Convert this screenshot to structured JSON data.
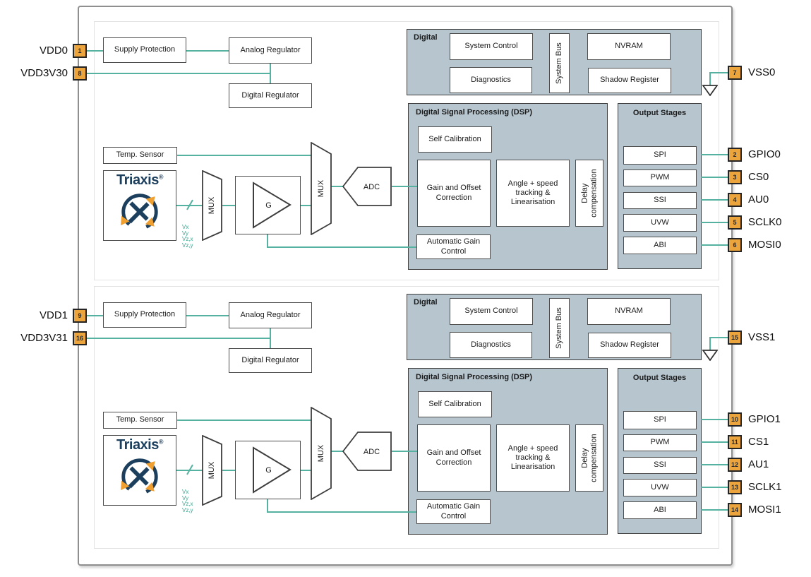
{
  "colors": {
    "wire": "#55b2a0",
    "block_fill": "#b6c5ce",
    "pin_fill": "#eca43c",
    "triaxis_navy": "#1c3f5e",
    "triaxis_orange": "#f0a030"
  },
  "dies": [
    {
      "pins_left": [
        {
          "num": "1",
          "name": "VDD0"
        },
        {
          "num": "8",
          "name": "VDD3V30"
        }
      ],
      "pins_right": [
        {
          "num": "7",
          "name": "VSS0"
        },
        {
          "num": "2",
          "name": "GPIO0"
        },
        {
          "num": "3",
          "name": "CS0"
        },
        {
          "num": "4",
          "name": "AU0"
        },
        {
          "num": "5",
          "name": "SCLK0"
        },
        {
          "num": "6",
          "name": "MOSI0"
        }
      ],
      "signals": [
        "Vx",
        "Vy",
        "Vz,x",
        "Vz,y"
      ],
      "blocks": {
        "supply_protection": "Supply Protection",
        "analog_regulator": "Analog Regulator",
        "digital_regulator": "Digital Regulator",
        "temp_sensor": "Temp. Sensor",
        "triaxis_brand": "Triaxis",
        "triaxis_reg": "®",
        "mux1_label": "MUX",
        "amp_label": "G",
        "mux2_label": "MUX",
        "adc_label": "ADC",
        "digital": {
          "label": "Digital",
          "system_control": "System Control",
          "diagnostics": "Diagnostics",
          "system_bus": "System Bus",
          "nvram": "NVRAM",
          "shadow_register": "Shadow Register"
        },
        "dsp": {
          "label": "Digital Signal Processing (DSP)",
          "self_calibration": "Self Calibration",
          "gain_offset": "Gain and Offset Correction",
          "angle_speed": "Angle + speed tracking & Linearisation",
          "delay_comp": "Delay compensation",
          "agc": "Automatic Gain Control"
        },
        "output_stages": {
          "label": "Output Stages",
          "items": [
            "SPI",
            "PWM",
            "SSI",
            "UVW",
            "ABI"
          ]
        }
      }
    },
    {
      "pins_left": [
        {
          "num": "9",
          "name": "VDD1"
        },
        {
          "num": "16",
          "name": "VDD3V31"
        }
      ],
      "pins_right": [
        {
          "num": "15",
          "name": "VSS1"
        },
        {
          "num": "10",
          "name": "GPIO1"
        },
        {
          "num": "11",
          "name": "CS1"
        },
        {
          "num": "12",
          "name": "AU1"
        },
        {
          "num": "13",
          "name": "SCLK1"
        },
        {
          "num": "14",
          "name": "MOSI1"
        }
      ],
      "signals": [
        "Vx",
        "Vy",
        "Vz,x",
        "Vz,y"
      ],
      "blocks": {
        "supply_protection": "Supply Protection",
        "analog_regulator": "Analog Regulator",
        "digital_regulator": "Digital Regulator",
        "temp_sensor": "Temp. Sensor",
        "triaxis_brand": "Triaxis",
        "triaxis_reg": "®",
        "mux1_label": "MUX",
        "amp_label": "G",
        "mux2_label": "MUX",
        "adc_label": "ADC",
        "digital": {
          "label": "Digital",
          "system_control": "System Control",
          "diagnostics": "Diagnostics",
          "system_bus": "System Bus",
          "nvram": "NVRAM",
          "shadow_register": "Shadow Register"
        },
        "dsp": {
          "label": "Digital Signal Processing (DSP)",
          "self_calibration": "Self Calibration",
          "gain_offset": "Gain and Offset Correction",
          "angle_speed": "Angle + speed tracking & Linearisation",
          "delay_comp": "Delay compensation",
          "agc": "Automatic Gain Control"
        },
        "output_stages": {
          "label": "Output Stages",
          "items": [
            "SPI",
            "PWM",
            "SSI",
            "UVW",
            "ABI"
          ]
        }
      }
    }
  ]
}
